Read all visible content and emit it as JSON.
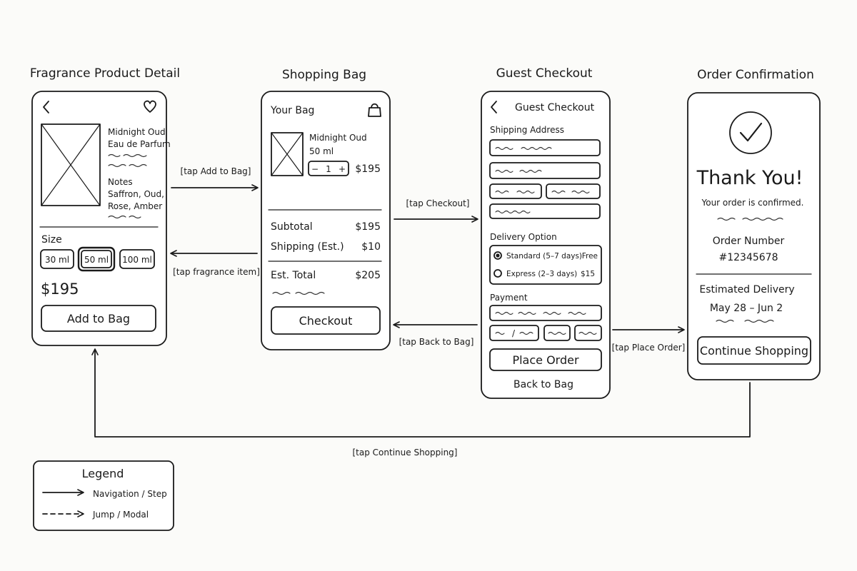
{
  "screens": {
    "product": {
      "title": "Fragrance  Product Detail",
      "name_line1": "Midnight Oud",
      "name_line2": "Eau de Parfum",
      "notes_label": "Notes",
      "notes_line1": "Saffron, Oud,",
      "notes_line2": "Rose,  Amber",
      "size_label": "Size",
      "sizes": [
        "30 ml",
        "50 ml",
        "100 ml"
      ],
      "selected_size": "50 ml",
      "price": "$195",
      "add_button": "Add to Bag"
    },
    "bag": {
      "title": "Shopping Bag",
      "header": "Your Bag",
      "item_name": "Midnight Oud",
      "item_size": "50 ml",
      "qty_minus": "−",
      "qty_value": "1",
      "qty_plus": "+",
      "item_price": "$195",
      "subtotal_label": "Subtotal",
      "subtotal_value": "$195",
      "shipping_label": "Shipping (Est.)",
      "shipping_value": "$10",
      "total_label": "Est. Total",
      "total_value": "$205",
      "checkout_button": "Checkout"
    },
    "checkout": {
      "title": "Guest Checkout",
      "header": "Guest Checkout",
      "shipping_label": "Shipping Address",
      "delivery_label": "Delivery Option",
      "standard_label": "Standard (5–7 days)",
      "standard_price": "Free",
      "express_label": "Express (2–3 days)",
      "express_price": "$15",
      "payment_label": "Payment",
      "expiry_slash": "/",
      "place_order_button": "Place Order",
      "back_link": "Back to Bag"
    },
    "confirmation": {
      "title": "Order Confirmation",
      "thank_you": "Thank You!",
      "confirmed": "Your order is confirmed.",
      "order_number_label": "Order Number",
      "order_number": "#12345678",
      "delivery_label": "Estimated Delivery",
      "delivery_dates": "May 28 – Jun 2",
      "continue_button": "Continue Shopping"
    }
  },
  "transitions": {
    "add_to_bag": "[tap Add to Bag]",
    "fragrance_item": "[tap fragrance item]",
    "checkout": "[tap Checkout]",
    "back_to_bag": "[tap Back to Bag]",
    "place_order": "[tap Place Order]",
    "continue_shopping": "[tap Continue Shopping]"
  },
  "legend": {
    "title": "Legend",
    "solid": "Navigation / Step",
    "dashed": "Jump / Modal"
  },
  "icons": {
    "back": "chevron-left-icon",
    "favorite": "heart-icon",
    "bag": "shopping-bag-icon",
    "placeholder": "image-placeholder-icon",
    "confirm": "checkmark-circle-icon"
  }
}
